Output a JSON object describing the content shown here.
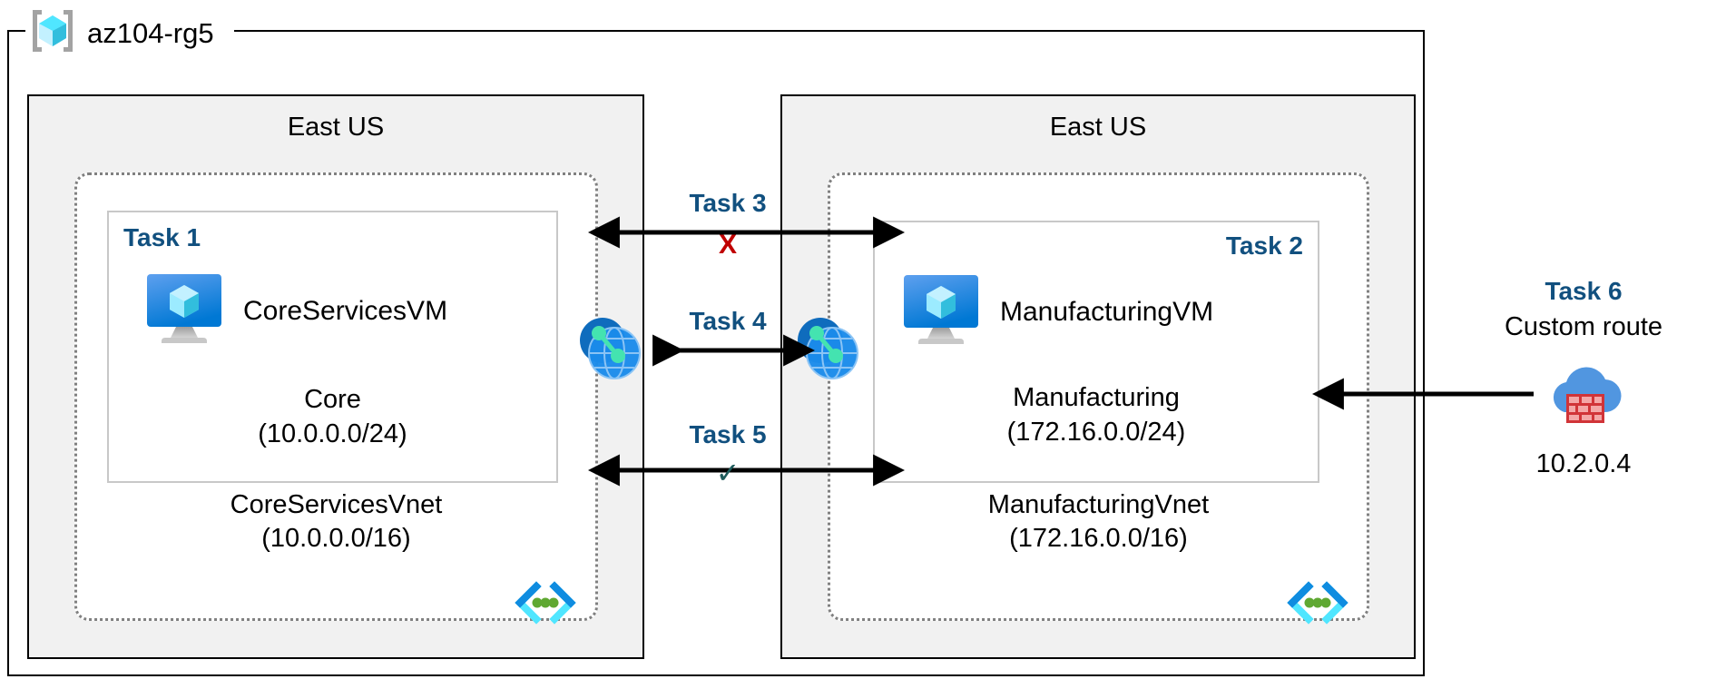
{
  "diagram": {
    "resource_group": {
      "name": "az104-rg5",
      "icon": "azure-resource-group-icon"
    },
    "regions": [
      {
        "label": "East US"
      },
      {
        "label": "East US"
      }
    ],
    "vnets": [
      {
        "name": "CoreServicesVnet",
        "cidr": "(10.0.0.0/16)",
        "icon": "virtual-network-icon",
        "subnet": {
          "task_tag": "Task 1",
          "vm_name": "CoreServicesVM",
          "vm_icon": "virtual-machine-icon",
          "name": "Core",
          "cidr": "(10.0.0.0/24)"
        }
      },
      {
        "name": "ManufacturingVnet",
        "cidr": "(172.16.0.0/16)",
        "icon": "virtual-network-icon",
        "subnet": {
          "task_tag": "Task 2",
          "vm_name": "ManufacturingVM",
          "vm_icon": "virtual-machine-icon",
          "name": "Manufacturing",
          "cidr": "(172.16.0.0/24)"
        }
      }
    ],
    "connections": [
      {
        "label": "Task 3",
        "mark": "x",
        "mark_symbol": "X",
        "mark_color": "#c00000"
      },
      {
        "label": "Task 4",
        "mark": "none",
        "mark_symbol": "",
        "mark_color": ""
      },
      {
        "label": "Task 5",
        "mark": "check",
        "mark_symbol": "✓",
        "mark_color": "#1d5b5b"
      }
    ],
    "peering_icons": [
      {
        "icon": "vnet-peering-icon"
      },
      {
        "icon": "vnet-peering-icon"
      }
    ],
    "firewall": {
      "task_tag": "Task 6",
      "label": "Custom route",
      "ip": "10.2.0.4",
      "icon": "azure-firewall-icon"
    },
    "colors": {
      "task_blue": "#11507f",
      "region_fill": "#f1f1f1",
      "vnet_border": "#808080",
      "subnet_border": "#c8c8c8",
      "x_red": "#c00000",
      "check_teal": "#1d5b5b",
      "azure_blue": "#0078d4",
      "cube_cyan": "#50e6ff",
      "brick_red": "#d13438",
      "cloud_blue": "#5196e0",
      "dot_green": "#5fa832"
    }
  }
}
